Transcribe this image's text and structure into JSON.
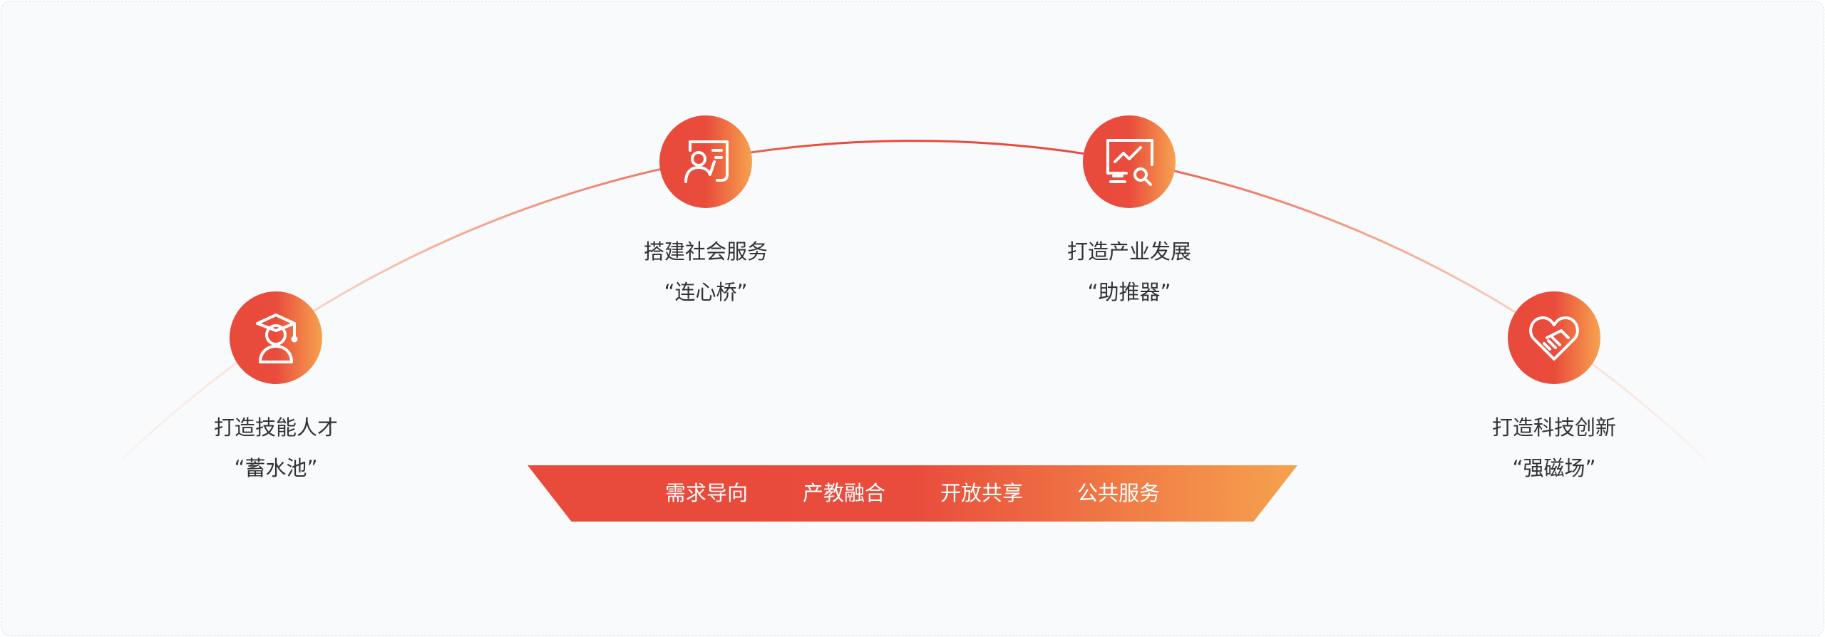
{
  "nodes": [
    {
      "icon": "graduate-icon",
      "title": "打造技能人才",
      "subtitle": "“蓄水池”"
    },
    {
      "icon": "teacher-board-icon",
      "title": "搭建社会服务",
      "subtitle": "“连心桥”"
    },
    {
      "icon": "monitor-analysis-icon",
      "title": "打造产业发展",
      "subtitle": "“助推器”"
    },
    {
      "icon": "handshake-heart-icon",
      "title": "打造科技创新",
      "subtitle": "“强磁场”"
    }
  ],
  "banner": {
    "items": [
      "需求导向",
      "产教融合",
      "开放共享",
      "公共服务"
    ]
  },
  "colors": {
    "primary": "#e84a3c",
    "secondary": "#f6a24e",
    "text": "#333333",
    "background": "#f9fafc"
  }
}
